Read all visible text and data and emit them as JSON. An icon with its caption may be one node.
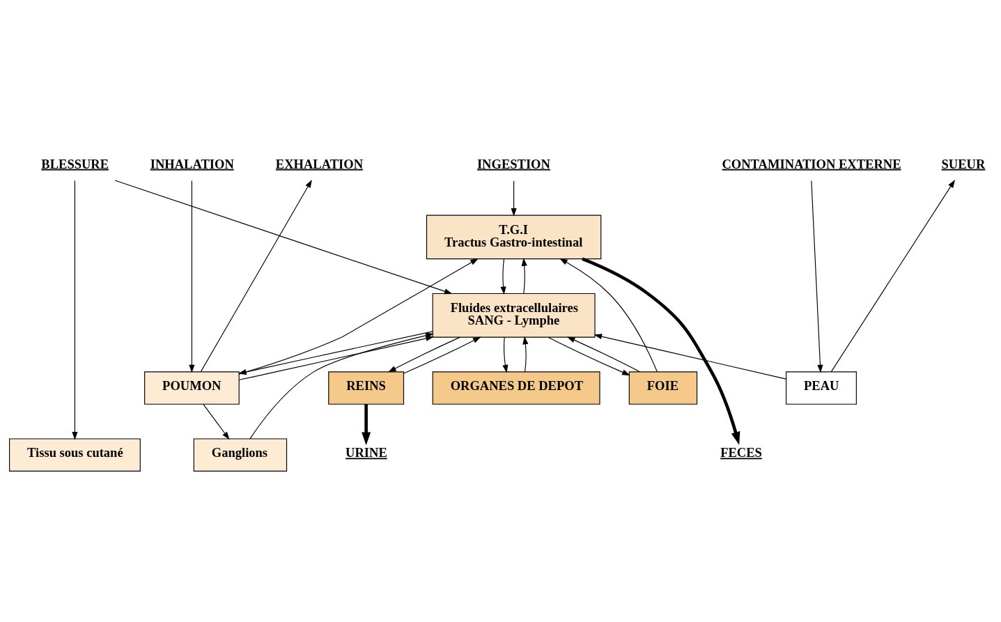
{
  "diagram": {
    "nodes": [
      {
        "text": [
          "INGESTION"
        ]
      },
      {
        "text": [
          "INHALATION"
        ]
      },
      {
        "text": [
          "EXHALATION"
        ]
      },
      {
        "text": [
          "CONTAMINATION EXTERNE"
        ]
      },
      {
        "text": [
          "SUEUR"
        ]
      },
      {
        "text": [
          "BLESSURE"
        ]
      },
      {
        "text": [
          "T.G.I",
          "Tractus Gastro-intestinal"
        ]
      },
      {
        "text": [
          "POUMON"
        ]
      },
      {
        "text": [
          "PEAU"
        ]
      },
      {
        "text": [
          "Ganglions"
        ]
      },
      {
        "text": [
          "Tissu sous cutané"
        ]
      },
      {
        "text": [
          "Fluides extracellulaires",
          "SANG - Lymphe"
        ]
      },
      {
        "text": [
          "FOIE"
        ]
      },
      {
        "text": [
          "REINS"
        ]
      },
      {
        "text": [
          "ORGANES DE DEPOT"
        ]
      },
      {
        "text": [
          "FECES"
        ]
      },
      {
        "text": [
          "URINE"
        ]
      }
    ],
    "edges": [
      {
        "from": 0,
        "to": 6,
        "arrow": "to"
      },
      {
        "from": 1,
        "to": 7,
        "arrow": "to"
      },
      {
        "from": 7,
        "to": 2,
        "arrow": "to"
      },
      {
        "from": 3,
        "to": 8,
        "arrow": "to"
      },
      {
        "from": 8,
        "to": 4,
        "arrow": "to"
      },
      {
        "from": 5,
        "to": 11,
        "arrow": "to"
      },
      {
        "from": 5,
        "to": 10,
        "arrow": "to"
      },
      {
        "from": 7,
        "to": 6,
        "arrow": "to"
      },
      {
        "from": 7,
        "to": 9,
        "arrow": "to"
      },
      {
        "from": 7,
        "to": 11,
        "arrow": "to"
      },
      {
        "from": 11,
        "to": 7,
        "arrow": "to"
      },
      {
        "from": 9,
        "to": 11,
        "arrow": "to"
      },
      {
        "from": 8,
        "to": 11,
        "arrow": "to"
      },
      {
        "from": 11,
        "to": 6,
        "arrow": "to"
      },
      {
        "from": 6,
        "to": 11,
        "arrow": "to"
      },
      {
        "from": 11,
        "to": 12,
        "arrow": "to"
      },
      {
        "from": 12,
        "to": 11,
        "arrow": "to"
      },
      {
        "from": 11,
        "to": 13,
        "arrow": "to"
      },
      {
        "from": 13,
        "to": 11,
        "arrow": "to"
      },
      {
        "from": 11,
        "to": 14,
        "arrow": "to"
      },
      {
        "from": 14,
        "to": 11,
        "arrow": "to"
      },
      {
        "from": 12,
        "to": 6,
        "arrow": "to"
      },
      {
        "from": 6,
        "to": 15,
        "arrow": "to",
        "style": "thick"
      },
      {
        "from": 13,
        "to": 16,
        "arrow": "to",
        "style": "thick"
      }
    ]
  }
}
